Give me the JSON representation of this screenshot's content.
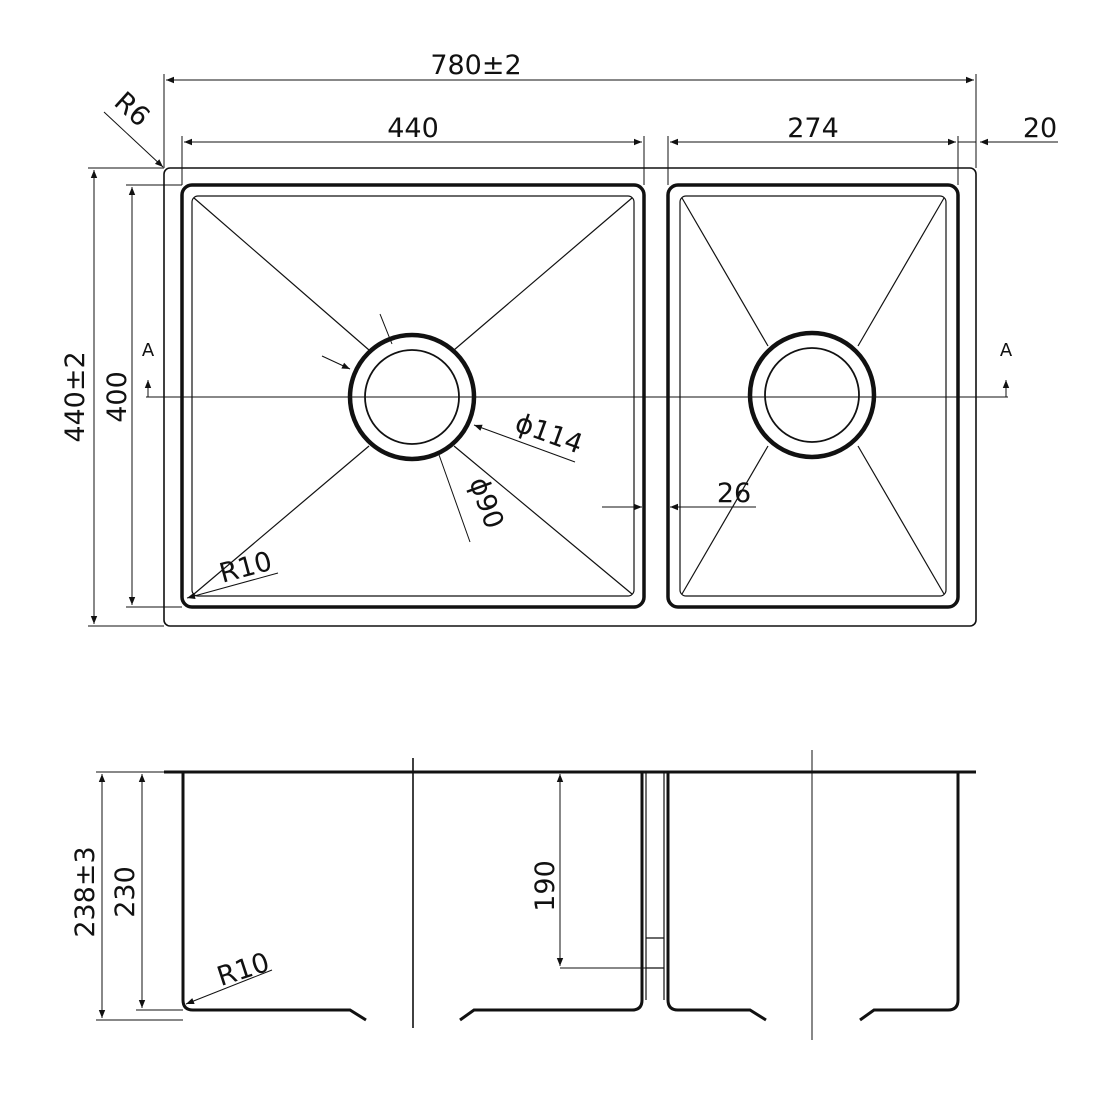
{
  "colors": {
    "line": "#111111",
    "background": "#ffffff"
  },
  "plan_view": {
    "overall_width": "780±2",
    "large_bowl_width": "440",
    "small_bowl_width": "274",
    "edge_margin": "20",
    "corner_radius_top": "R6",
    "overall_depth": "440±2",
    "bowl_depth": "400",
    "drain_outer_diameter": "ϕ114",
    "drain_inner_diameter": "ϕ90",
    "divider_width": "26",
    "bowl_corner_radius": "R10",
    "section_mark_left": "A",
    "section_mark_right": "A"
  },
  "section_view": {
    "overall_height": "238±3",
    "bowl_height": "230",
    "small_bowl_height": "190",
    "bottom_radius": "R10"
  }
}
